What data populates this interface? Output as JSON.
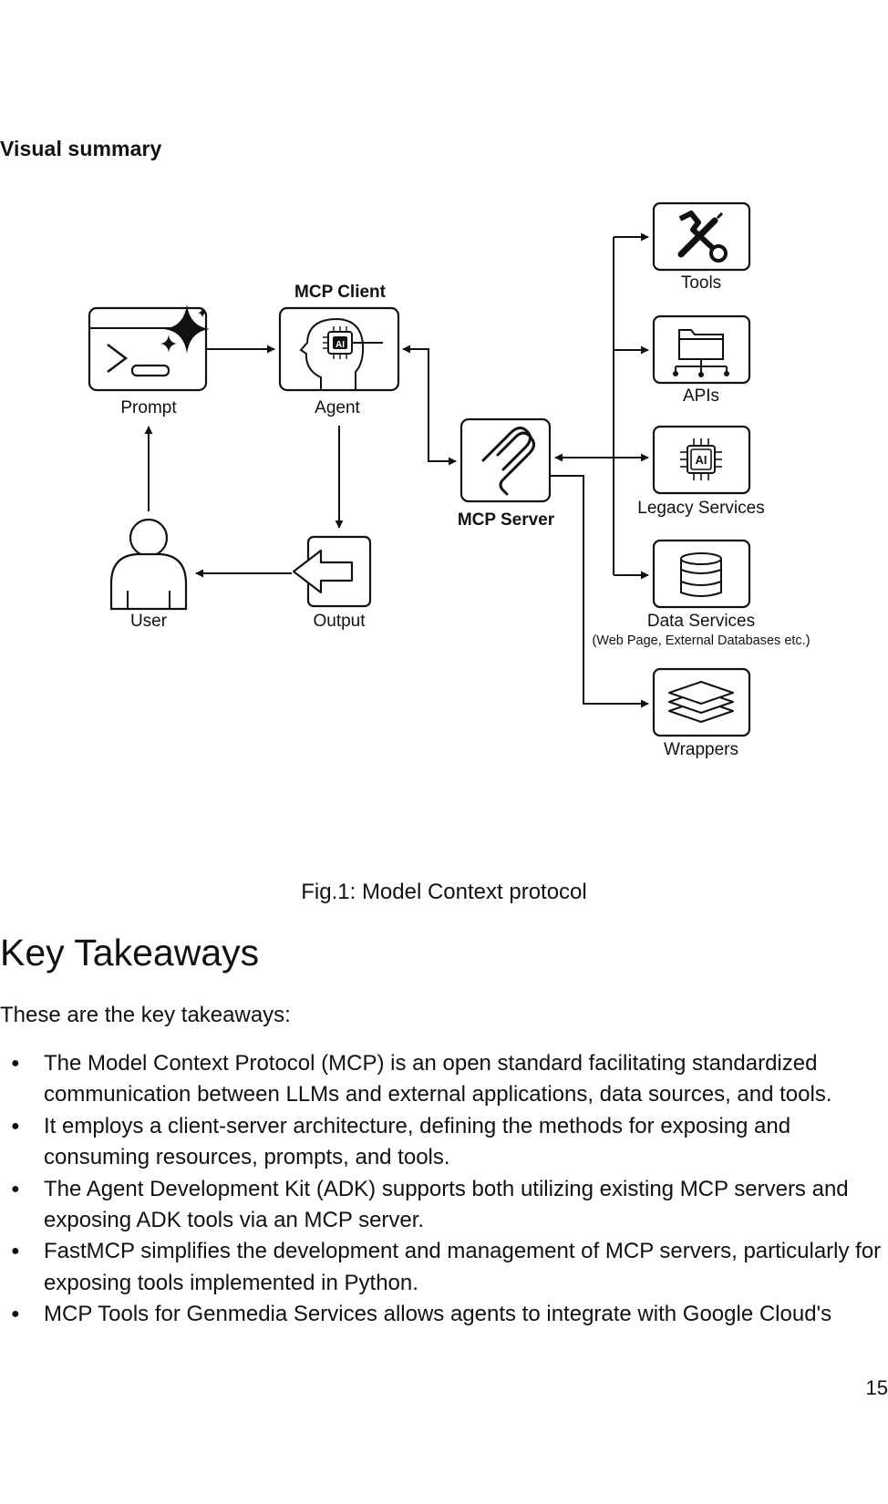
{
  "section_heading": "Visual summary",
  "diagram": {
    "prompt_label": "Prompt",
    "client_title": "MCP Client",
    "agent_label": "Agent",
    "user_label": "User",
    "output_label": "Output",
    "server_label": "MCP Server",
    "chip_text": "AI",
    "resources": [
      {
        "label": "Tools",
        "sublabel": "",
        "icon": "wrench-screwdriver-icon"
      },
      {
        "label": "APIs",
        "sublabel": "",
        "icon": "folder-network-icon"
      },
      {
        "label": "Legacy Services",
        "sublabel": "",
        "icon": "ai-chip-icon"
      },
      {
        "label": "Data Services",
        "sublabel": "(Web Page, External Databases etc.)",
        "icon": "database-icon"
      },
      {
        "label": "Wrappers",
        "sublabel": "",
        "icon": "layers-icon"
      }
    ]
  },
  "figure_caption": "Fig.1: Model Context protocol",
  "takeaways": {
    "heading": "Key Takeaways",
    "intro": "These are the key takeaways:",
    "items": [
      "The Model Context Protocol (MCP) is an open standard facilitating standardized communication between LLMs and external applications, data sources, and tools.",
      "It employs a client-server architecture, defining the methods for exposing and consuming resources, prompts, and tools.",
      "The Agent Development Kit (ADK) supports both utilizing existing MCP servers and exposing ADK tools via an MCP server.",
      "FastMCP simplifies the development and management of MCP servers, particularly for exposing tools implemented in Python.",
      "MCP Tools for Genmedia Services allows agents to integrate with Google Cloud's"
    ]
  },
  "page_number": "15"
}
